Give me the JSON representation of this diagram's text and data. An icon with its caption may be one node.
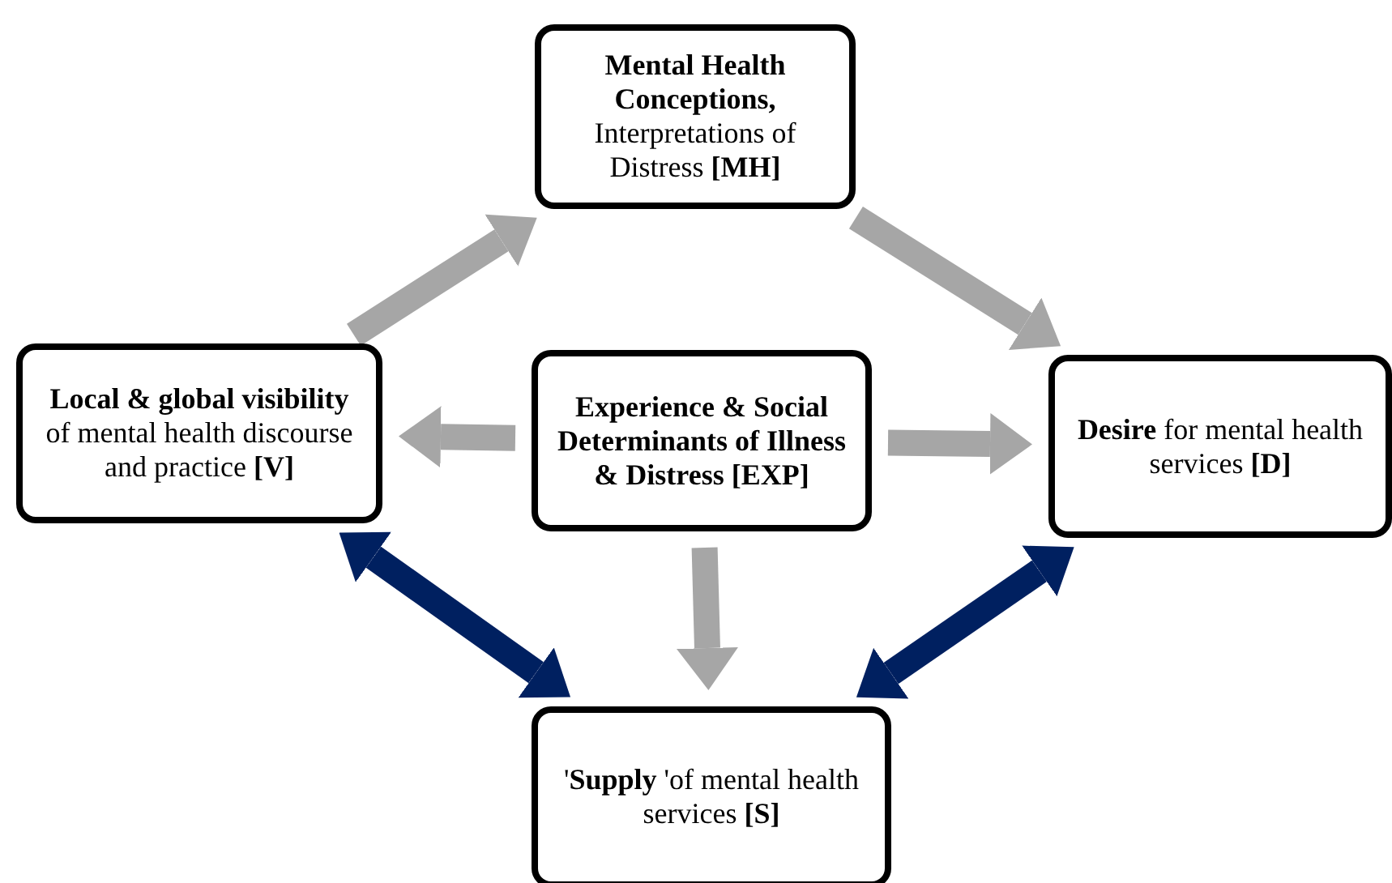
{
  "diagram": {
    "nodes": [
      {
        "text": [
          "**Mental Health Conceptions,** Interpretations of Distress  **[MH]**"
        ]
      },
      {
        "text": [
          "**Local & global visibility** of mental health discourse and practice **[V]**"
        ]
      },
      {
        "text": [
          "Experience & Social Determinants of Illness & Distress [EXP]"
        ]
      },
      {
        "text": [
          "**Desire** for mental health services **[D]**"
        ]
      },
      {
        "text": [
          "'**Supply** 'of mental health services **[S]**"
        ]
      }
    ],
    "edges": [
      {
        "from": 1,
        "to": 0,
        "arrow": "to"
      },
      {
        "from": 0,
        "to": 3,
        "arrow": "to"
      },
      {
        "from": 2,
        "to": 1,
        "arrow": "to"
      },
      {
        "from": 2,
        "to": 3,
        "arrow": "to"
      },
      {
        "from": 2,
        "to": 4,
        "arrow": "to"
      },
      {
        "from": 1,
        "to": 4,
        "arrow": "both",
        "color": "#002060"
      },
      {
        "from": 3,
        "to": 4,
        "arrow": "both",
        "color": "#002060"
      }
    ]
  }
}
